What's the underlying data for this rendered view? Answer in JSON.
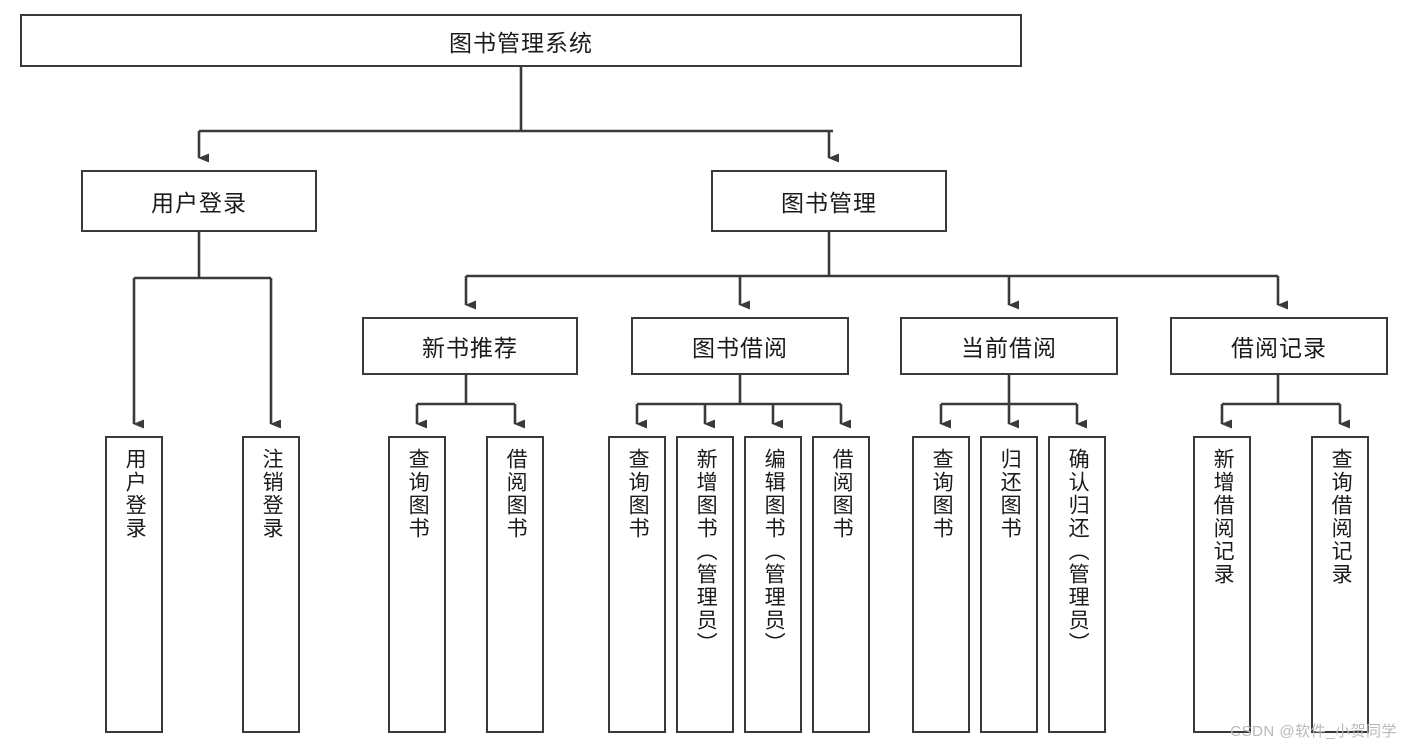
{
  "diagram": {
    "title": "图书管理系统",
    "type": "tree-hierarchy",
    "root": {
      "label": "图书管理系统"
    },
    "level2": [
      {
        "label": "用户登录"
      },
      {
        "label": "图书管理"
      }
    ],
    "level3": [
      {
        "label": "新书推荐"
      },
      {
        "label": "图书借阅"
      },
      {
        "label": "当前借阅"
      },
      {
        "label": "借阅记录"
      }
    ],
    "leaves": {
      "user_login": [
        {
          "label": "用户登录"
        },
        {
          "label": "注销登录"
        }
      ],
      "new_book": [
        {
          "label": "查询图书"
        },
        {
          "label": "借阅图书"
        }
      ],
      "book_borrow": [
        {
          "label": "查询图书"
        },
        {
          "label": "新增图书（管理员）"
        },
        {
          "label": "编辑图书（管理员）"
        },
        {
          "label": "借阅图书"
        }
      ],
      "current_borrow": [
        {
          "label": "查询图书"
        },
        {
          "label": "归还图书"
        },
        {
          "label": "确认归还（管理员）"
        }
      ],
      "borrow_record": [
        {
          "label": "新增借阅记录"
        },
        {
          "label": "查询借阅记录"
        }
      ]
    }
  },
  "watermark": {
    "text": "CSDN @软件_小贺同学"
  },
  "colors": {
    "stroke": "#3a3a3a",
    "box_fill": "#ffffff",
    "text": "#1b1b1b",
    "watermark": "#b9b9b9"
  }
}
